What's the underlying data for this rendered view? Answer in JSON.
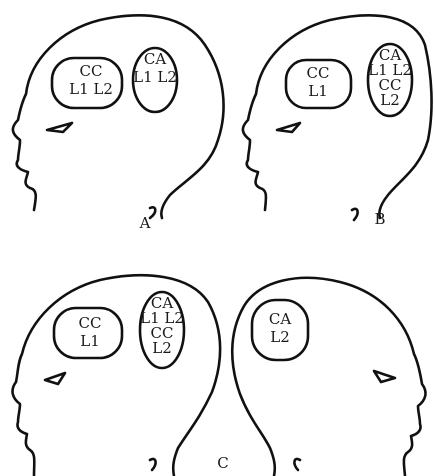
{
  "panels": {
    "a": {
      "label": "A",
      "left_region": [
        "CC",
        "L1 L2"
      ],
      "right_region": [
        "CA",
        "L1 L2"
      ]
    },
    "b": {
      "label": "B",
      "left_region": [
        "CC",
        "L1"
      ],
      "right_region": [
        "CA",
        "L1 L2",
        "CC",
        "L2"
      ]
    },
    "c": {
      "label": "C",
      "left_head": {
        "left_region": [
          "CC",
          "L1"
        ],
        "right_region": [
          "CA",
          "L1 L2",
          "CC",
          "L2"
        ]
      },
      "right_head": {
        "region": [
          "CA",
          "L2"
        ]
      }
    }
  },
  "icons": [
    "head-profile-left-icon",
    "head-profile-right-icon",
    "eye-icon",
    "ear-icon"
  ]
}
